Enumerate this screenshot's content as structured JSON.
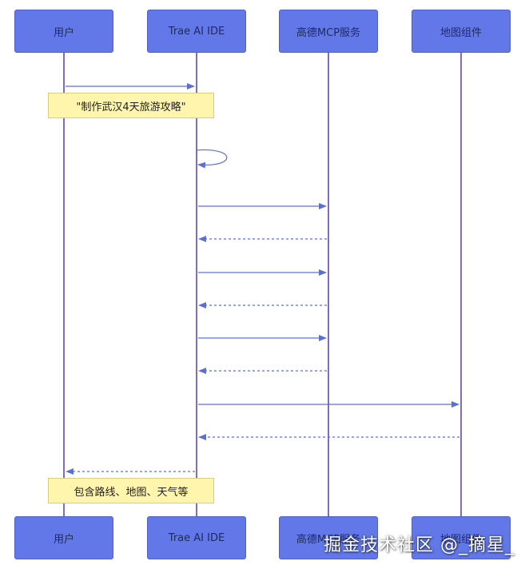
{
  "participants": [
    "用户",
    "Trae AI IDE",
    "高德MCP服务",
    "地图组件"
  ],
  "notes": {
    "request": "\"制作武汉4天旅游攻略\"",
    "result": "包含路线、地图、天气等"
  },
  "messages": [
    {
      "from": 0,
      "to": 1,
      "style": "solid"
    },
    {
      "from": 1,
      "to": 1,
      "style": "self"
    },
    {
      "from": 1,
      "to": 2,
      "style": "solid"
    },
    {
      "from": 2,
      "to": 1,
      "style": "dashed"
    },
    {
      "from": 1,
      "to": 2,
      "style": "solid"
    },
    {
      "from": 2,
      "to": 1,
      "style": "dashed"
    },
    {
      "from": 1,
      "to": 2,
      "style": "solid"
    },
    {
      "from": 2,
      "to": 1,
      "style": "dashed"
    },
    {
      "from": 1,
      "to": 3,
      "style": "solid"
    },
    {
      "from": 3,
      "to": 1,
      "style": "dashed"
    },
    {
      "from": 1,
      "to": 0,
      "style": "dashed"
    }
  ],
  "colors": {
    "actor_fill": "#6378e8",
    "lifeline": "#5a3e9e",
    "arrow": "#5b6fd6",
    "note_fill": "#fff5ad"
  },
  "watermark": "掘金技术社区 @_摘星_"
}
